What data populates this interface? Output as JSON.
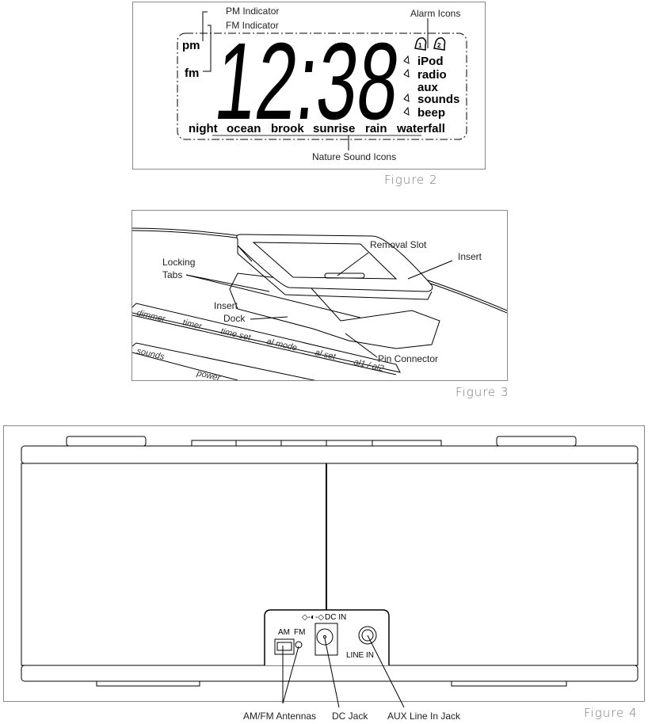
{
  "figure2": {
    "caption": "Figure 2",
    "time": "12:38",
    "pm_text": "pm",
    "fm_text": "fm",
    "labels": {
      "pm_indicator": "PM Indicator",
      "fm_indicator": "FM Indicator",
      "alarm_icons": "Alarm Icons",
      "nature_sound_icons": "Nature Sound Icons"
    },
    "alarm_numbers": [
      "1",
      "2"
    ],
    "sources": [
      "iPod",
      "radio",
      "aux",
      "sounds",
      "beep"
    ],
    "nature_sounds": [
      "night",
      "ocean",
      "brook",
      "sunrise",
      "rain",
      "waterfall"
    ]
  },
  "figure3": {
    "caption": "Figure 3",
    "labels": {
      "removal_slot": "Removal Slot",
      "insert": "Insert",
      "locking_tabs_line1": "Locking",
      "locking_tabs_line2": "Tabs",
      "insert_dock_line1": "Insert",
      "insert_dock_line2": "Dock",
      "pin_connector": "Pin Connector"
    },
    "buttons": [
      "dimmer",
      "timer",
      "time set",
      "al mode",
      "al set",
      "al1 / al2",
      "sounds",
      "power"
    ]
  },
  "figure4": {
    "caption": "Figure 4",
    "panel": {
      "am": "AM",
      "fm": "FM",
      "dc_in": "DC IN",
      "line_in": "LINE IN"
    },
    "labels": {
      "antennas": "AM/FM Antennas",
      "dc_jack": "DC Jack",
      "aux_jack": "AUX Line In Jack"
    }
  }
}
